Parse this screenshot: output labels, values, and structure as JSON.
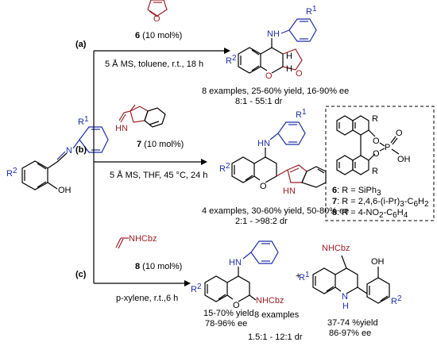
{
  "start_material": {
    "r1": "R",
    "r1_sup": "1",
    "r2": "R",
    "r2_sup": "2",
    "n": "N",
    "oh": "OH"
  },
  "route_a": {
    "tag": "(a)",
    "reagent_num": "6",
    "reagent_load": " (10 mol%)",
    "conditions": "5 Å MS, toluene, r.t., 18 h",
    "result_line1": "8 examples, 25-60% yield, 16-90% ee",
    "result_line2": "8:1 - 55:1 dr",
    "product": {
      "nh": "NH",
      "h1": "H",
      "h2": "H",
      "o": "O",
      "r1": "R",
      "r1_sup": "1",
      "r2": "R",
      "r2_sup": "2"
    }
  },
  "route_b": {
    "tag": "(b)",
    "reagent_num": "7",
    "reagent_load": " (10 mol%)",
    "reagent_hn": "HN",
    "conditions": "5 Å MS, THF, 45 °C, 24 h",
    "result_line1": "4 examples, 30-60% yield, 50-80% ee",
    "result_line2": "2:1 - >98:2 dr",
    "product": {
      "hn": "HN",
      "o": "O",
      "r1": "R",
      "r1_sup": "1",
      "r2": "R",
      "r2_sup": "2",
      "indole_hn": "HN"
    }
  },
  "route_c": {
    "tag": "(c)",
    "reagent_label": "NHCbz",
    "reagent_num": "8",
    "reagent_load": " (10 mol%)",
    "conditions": "p-xylene, r.t.,6 h",
    "plus": "+",
    "product1": {
      "hn": "HN",
      "o": "O",
      "nhcbz": "NHCbz",
      "r2": "R",
      "r2_sup": "2",
      "yield": "15-70% yield",
      "ee": "78-96% ee"
    },
    "product2": {
      "nhcbz": "NHCbz",
      "oh": "OH",
      "n": "N",
      "h": "H",
      "r1": "R",
      "r1_sup": "1",
      "r2": "R",
      "r2_sup": "2",
      "yield": "37-74 %yield",
      "ee": "86-97% ee"
    },
    "examples": "8 examples",
    "dr": "1.5:1 - 12:1 dr"
  },
  "catalyst_box": {
    "r_top": "R",
    "r_bottom": "R",
    "o1": "O",
    "o2": "O",
    "p": "P",
    "o_double": "O",
    "oh": "OH",
    "legend": [
      {
        "num": "6",
        "text": ": R = SiPh",
        "sub": "3"
      },
      {
        "num": "7",
        "text": ": R = 2,4,6-(i-Pr)",
        "sub": "3",
        "tail": "-C",
        "sub2": "6",
        "tail2": "H",
        "sub3": "2"
      },
      {
        "num": "8",
        "text": ": R = 4-NO",
        "sub": "2",
        "tail": "-C",
        "sub2": "6",
        "tail2": "H",
        "sub3": "4"
      }
    ]
  },
  "colors": {
    "aryl_amine": "#1f2fa8",
    "nucleophile": "#9a1f24",
    "bond": "#000000"
  }
}
